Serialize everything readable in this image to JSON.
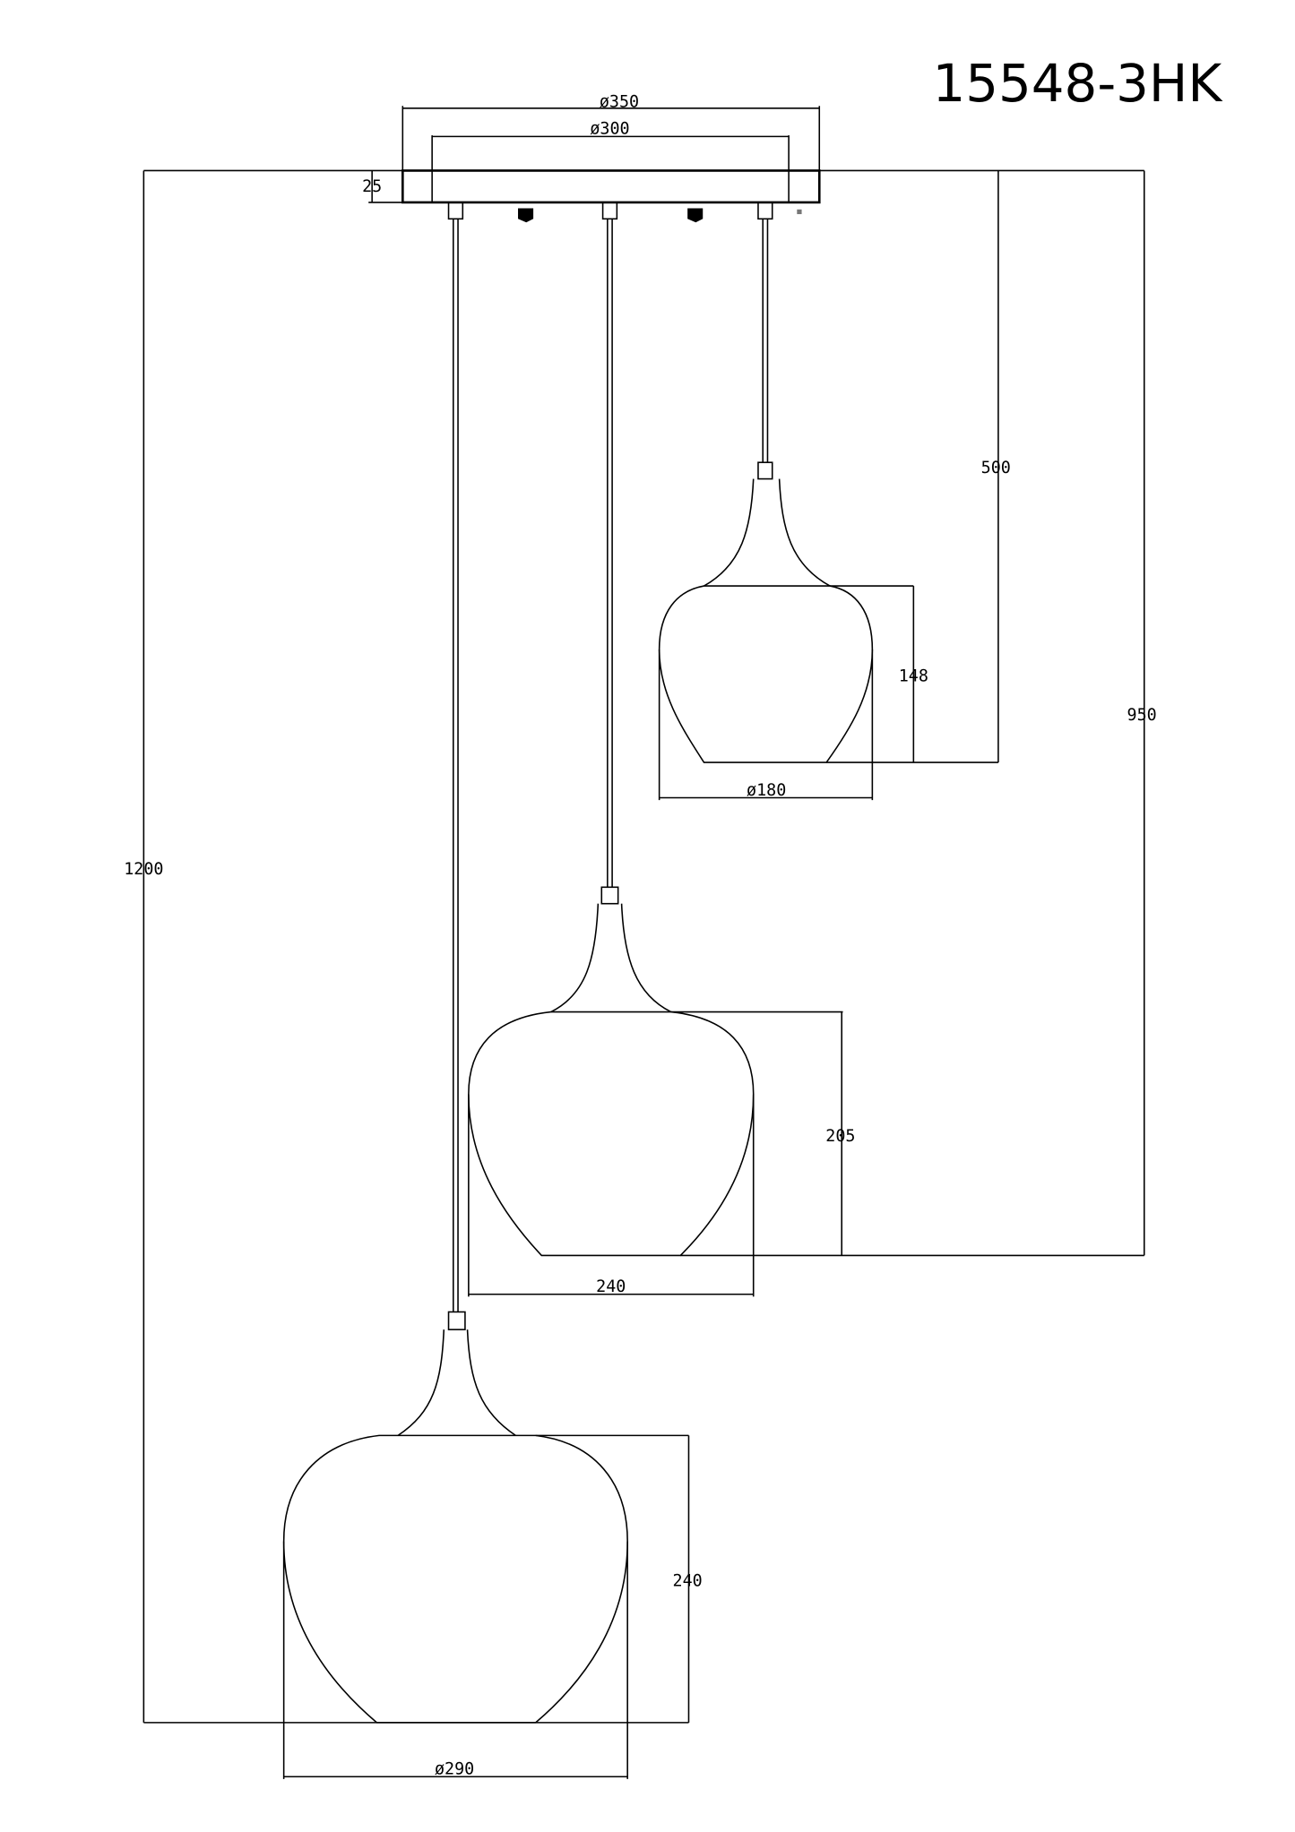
{
  "title": "15548-3HK",
  "dimensions": {
    "canopy_outer_diameter": "ø350",
    "canopy_inner_diameter": "ø300",
    "canopy_height": "25",
    "overall_height": "1200",
    "middle_drop": "950",
    "short_drop": "500",
    "small_shade_height": "148",
    "small_shade_diameter": "ø180",
    "medium_shade_height": "205",
    "medium_shade_diameter": "240",
    "large_shade_height": "240",
    "large_shade_diameter": "ø290"
  },
  "line_color": "#000000",
  "background_color": "#ffffff"
}
